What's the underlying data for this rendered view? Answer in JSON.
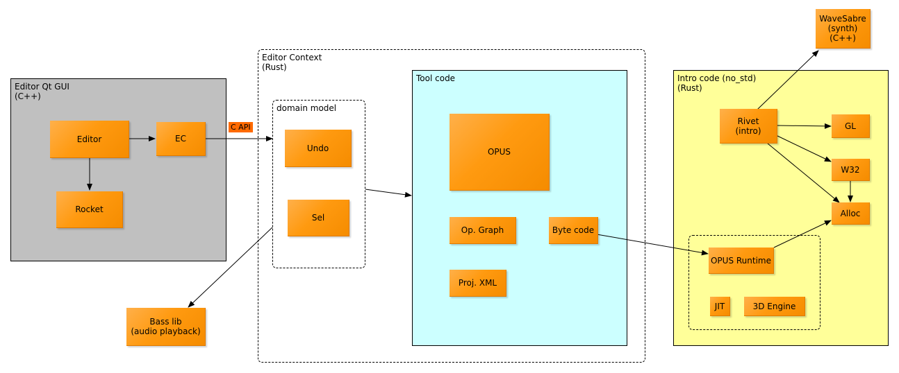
{
  "colors": {
    "node_fill": "#ff9a10",
    "gui_group": "#c0c0c0",
    "tool_group": "#ccffff",
    "intro_group": "#ffff99",
    "api_tag": "#ff6a00"
  },
  "groups": {
    "editor_gui": "Editor Qt GUI\n(C++)",
    "editor_context": "Editor Context\n(Rust)",
    "domain_model": "domain model",
    "tool_code": "Tool code",
    "intro_code": "Intro code (no_std)\n(Rust)"
  },
  "edge_labels": {
    "c_api": "C API"
  },
  "nodes": {
    "editor": "Editor",
    "ec": "EC",
    "rocket": "Rocket",
    "undo": "Undo",
    "sel": "Sel",
    "opus": "OPUS",
    "op_graph": "Op. Graph",
    "byte_code": "Byte code",
    "proj_xml": "Proj. XML",
    "bass_lib": "Bass lib\n(audio playback)",
    "wavesabre": "WaveSabre\n(synth)\n(C++)",
    "rivet": "Rivet\n(intro)",
    "gl": "GL",
    "w32": "W32",
    "alloc": "Alloc",
    "opus_runtime": "OPUS Runtime",
    "jit": "JIT",
    "engine_3d": "3D Engine"
  }
}
